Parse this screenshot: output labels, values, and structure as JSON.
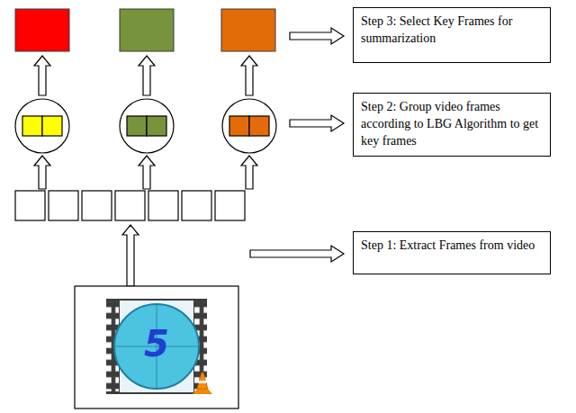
{
  "diagram": {
    "nodes": [
      {
        "text": [
          "Step 3: Select Key Frames for summarization"
        ]
      },
      {
        "text": [
          "Step 2: Group video frames according to LBG Algorithm to get key frames"
        ]
      },
      {
        "text": [
          "Step 1: Extract Frames from video"
        ]
      }
    ],
    "labels": [
      "5"
    ]
  }
}
